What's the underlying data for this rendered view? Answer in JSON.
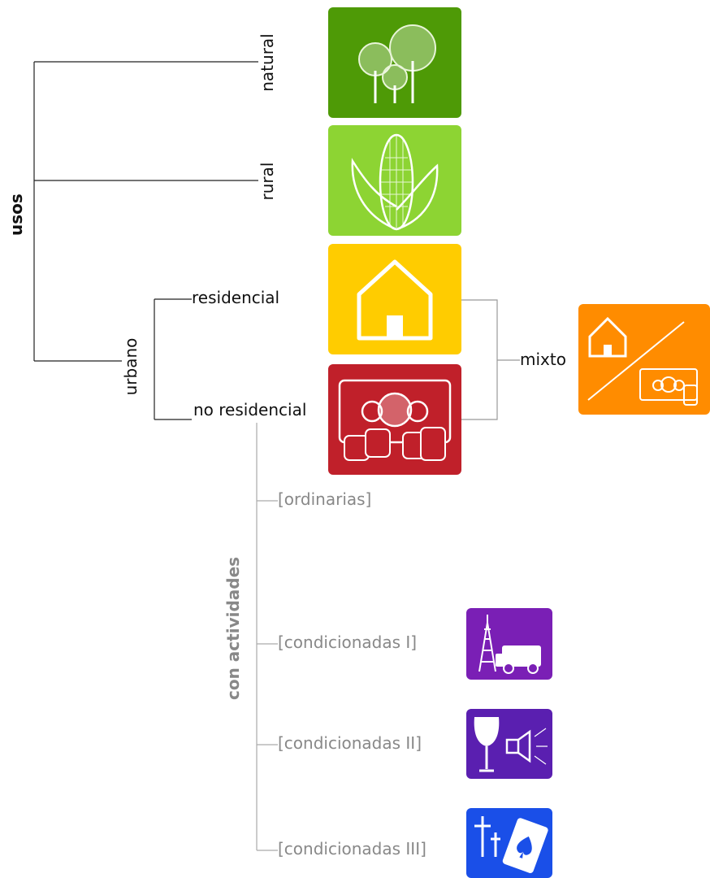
{
  "root": {
    "label": "usos"
  },
  "categories": {
    "natural": {
      "label": "natural",
      "color": "#4e9a06",
      "icon": "trees-icon"
    },
    "rural": {
      "label": "rural",
      "color": "#8dd433",
      "icon": "corn-icon"
    },
    "urbano": {
      "label": "urbano"
    }
  },
  "urbano_children": {
    "residencial": {
      "label": "residencial",
      "color": "#ffcc00",
      "icon": "house-icon"
    },
    "no_residencial": {
      "label": "no residencial",
      "color": "#c0202a",
      "icon": "money-icon"
    },
    "mixto": {
      "label": "mixto",
      "color": "#ff8c00",
      "icon": "house-money-icon"
    }
  },
  "activities": {
    "group_label": "con actividades",
    "items": [
      {
        "label": "[ordinarias]"
      },
      {
        "label": "[condicionadas I]",
        "color": "#7a1fb5",
        "icon": "antenna-truck-icon"
      },
      {
        "label": "[condicionadas II]",
        "color": "#5a1fb0",
        "icon": "glass-speaker-icon"
      },
      {
        "label": "[condicionadas III]",
        "color": "#1a4fe8",
        "icon": "cross-card-icon"
      }
    ]
  }
}
